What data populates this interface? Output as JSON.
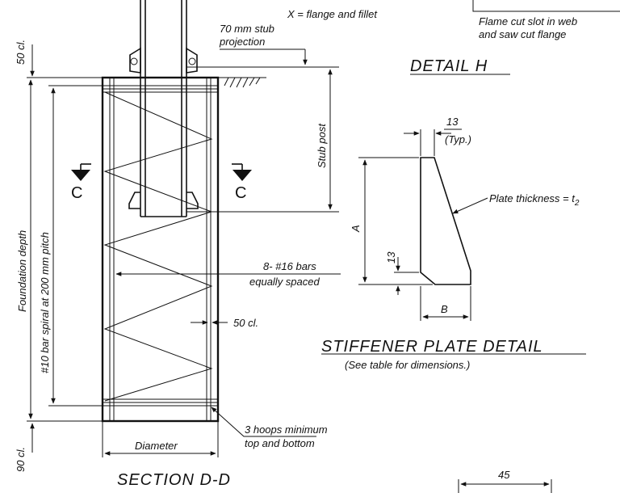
{
  "labels": {
    "x_flange_fillet": "X = flange and fillet",
    "stub_projection_1": "70 mm stub",
    "stub_projection_2": "projection",
    "flame_cut_1": "Flame cut slot in web",
    "flame_cut_2": "and saw cut flange",
    "detail_h": "DETAIL H",
    "cover_top": "50 cl.",
    "stub_post": "Stub post",
    "foundation_depth": "Foundation depth",
    "spiral": "#10 bar spiral at 200 mm pitch",
    "section_cut_left": "C",
    "section_cut_right": "C",
    "bars_1": "8- #16 bars",
    "bars_2": "equally spaced",
    "cover_side": "50 cl.",
    "cover_bottom": "90 cl.",
    "diameter": "Diameter",
    "hoops_1": "3 hoops minimum",
    "hoops_2": "top and bottom",
    "section_dd": "SECTION D-D",
    "dim_13_top": "13",
    "typ": "(Typ.)",
    "plate_thickness": "Plate thickness = t",
    "plate_thickness_sub": "2",
    "dim_a": "A",
    "dim_13_side": "13",
    "dim_b": "B",
    "stiffener_title": "STIFFENER PLATE DETAIL",
    "stiffener_note": "(See table for dimensions.)",
    "dim_45": "45"
  }
}
